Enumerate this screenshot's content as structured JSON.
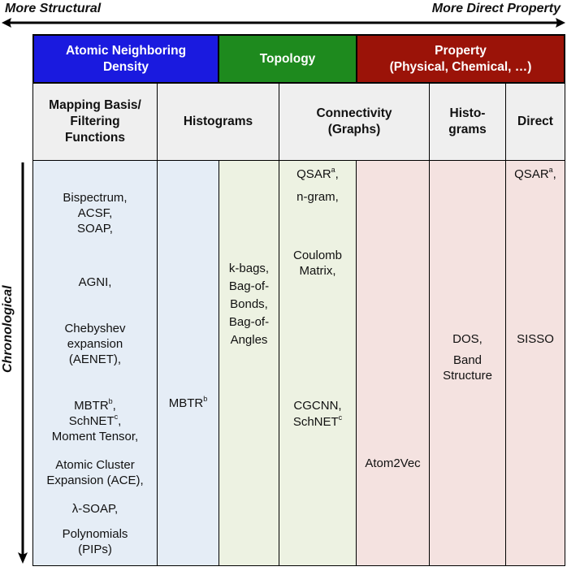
{
  "top_axis": {
    "left_label": "More Structural",
    "right_label": "More Direct Property"
  },
  "side_axis": {
    "label": "Chronological"
  },
  "categories": {
    "atomic": {
      "label": "Atomic Neighboring\nDensity",
      "color": "#1a1adf"
    },
    "topology": {
      "label": "Topology",
      "color": "#1e8a1e"
    },
    "property": {
      "label": "Property\n(Physical, Chemical, …)",
      "color": "#9b1308"
    }
  },
  "subheaders": {
    "mapping": "Mapping Basis/\nFiltering\nFunctions",
    "histograms": "Histograms",
    "connectivity": "Connectivity\n(Graphs)",
    "histo2": "Histo-\ngrams",
    "direct": "Direct"
  },
  "column_colors": {
    "blue": "#e5edf6",
    "green": "#edf2e2",
    "red": "#f4e2e0"
  },
  "entries": {
    "mapping_1": "Bispectrum,\nACSF,\nSOAP,",
    "mapping_2": "AGNI,",
    "mapping_3": "Chebyshev\nexpansion\n(AENET),",
    "mapping_4a": "MBTR",
    "mapping_4a_sup": "b",
    "mapping_4b": "SchNET",
    "mapping_4b_sup": "c",
    "mapping_4c": "Moment Tensor,",
    "mapping_5": "Atomic Cluster\nExpansion (ACE),",
    "mapping_6": "λ-SOAP,",
    "mapping_7": "Polynomials\n(PIPs)",
    "hist_mbtr": "MBTR",
    "hist_mbtr_sup": "b",
    "hist_bags": "k-bags,\nBag-of-\nBonds,\nBag-of-\nAngles",
    "conn_qsar": "QSAR",
    "conn_qsar_sup": "a",
    "conn_ngram": "n-gram,",
    "conn_coulomb": "Coulomb\nMatrix,",
    "conn_cgcnn": "CGCNN,",
    "conn_schnet": "SchNET",
    "conn_schnet_sup": "c",
    "prop_atom2vec": "Atom2Vec",
    "prop_dos": "DOS,",
    "prop_band": "Band\nStructure",
    "direct_qsar": "QSAR",
    "direct_qsar_sup": "a",
    "direct_sisso": "SISSO"
  }
}
